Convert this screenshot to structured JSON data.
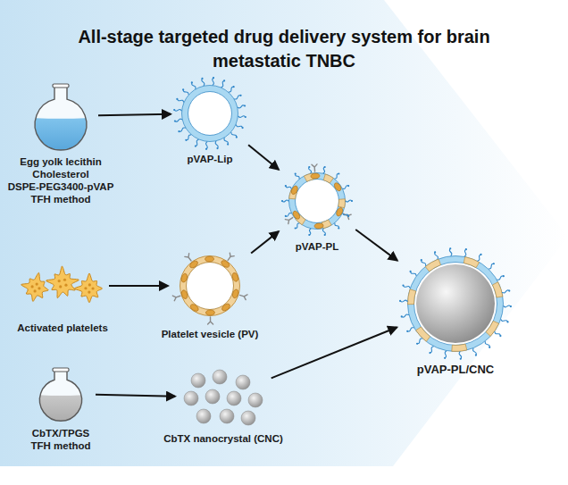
{
  "diagram": {
    "title": "All-stage targeted drug delivery system for brain metastatic TNBC",
    "nodes": [
      {
        "text": [
          "Egg yolk lecithin",
          "Cholesterol",
          "DSPE-PEG3400-pVAP",
          "TFH method"
        ]
      },
      {
        "text": [
          "pVAP-Lip"
        ]
      },
      {
        "text": [
          "Activated platelets"
        ]
      },
      {
        "text": [
          "Platelet vesicle (PV)"
        ]
      },
      {
        "text": [
          "pVAP-PL"
        ]
      },
      {
        "text": [
          "CbTX/TPGS",
          "TFH method"
        ]
      },
      {
        "text": [
          "CbTX nanocrystal (CNC)"
        ]
      },
      {
        "text": [
          "pVAP-PL/CNC"
        ]
      }
    ],
    "edges": [
      {
        "from": 0,
        "to": 1,
        "arrow": "to"
      },
      {
        "from": 2,
        "to": 3,
        "arrow": "to"
      },
      {
        "from": 1,
        "to": 4,
        "arrow": "to"
      },
      {
        "from": 3,
        "to": 4,
        "arrow": "to"
      },
      {
        "from": 4,
        "to": 7,
        "arrow": "to"
      },
      {
        "from": 5,
        "to": 6,
        "arrow": "to"
      },
      {
        "from": 6,
        "to": 7,
        "arrow": "to"
      }
    ]
  }
}
